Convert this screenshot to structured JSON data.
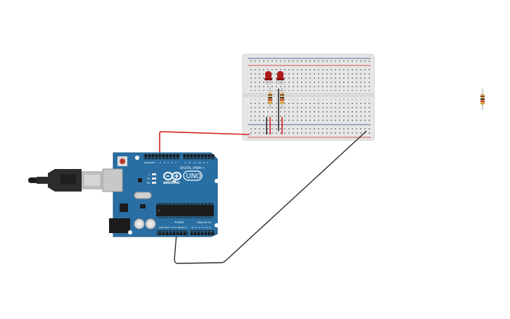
{
  "arduino": {
    "brand": "ARDUINO",
    "model": "UNO",
    "digital_label": "DIGITAL (PWM~)",
    "power_label": "POWER",
    "analog_label": "ANALOG IN",
    "tx_label": "TX",
    "rx_label": "RX",
    "aref_label": "AREF",
    "gnd_label": "GND",
    "l_label": "L"
  },
  "colors": {
    "board": "#2a6fa3",
    "breadboard": "#e8e8e8",
    "wire_red": "#d21f1f",
    "wire_black": "#2b2b2b",
    "led": "#b01a1a"
  },
  "components": {
    "leds": 2,
    "resistors_on_board": 2,
    "loose_resistors": 1
  }
}
